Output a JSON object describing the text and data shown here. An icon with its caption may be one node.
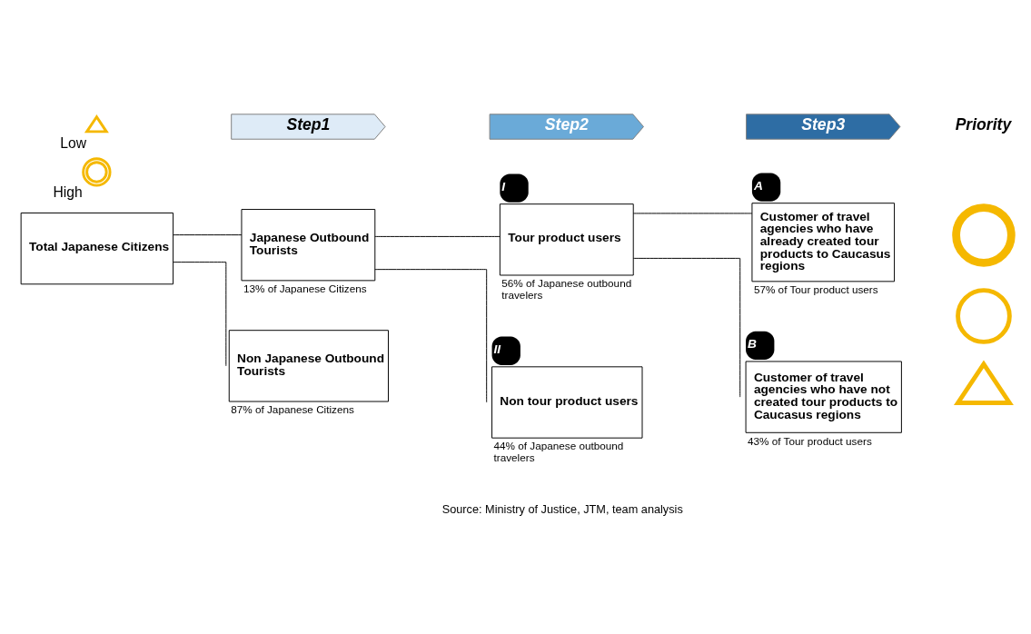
{
  "diagram": {
    "nodes": [
      {
        "text": [
          "Step1"
        ]
      },
      {
        "text": [
          "Step2"
        ]
      },
      {
        "text": [
          "Step3"
        ]
      },
      {
        "text": [
          "Total Japanese Citizens"
        ]
      },
      {
        "text": [
          "Japanese Outbound Tourists"
        ],
        "beside": [
          "13% of Japanese Citizens"
        ]
      },
      {
        "text": [
          "Non Japanese Outbound Tourists"
        ],
        "beside": [
          "87% of Japanese Citizens"
        ]
      },
      {
        "text": [
          "I",
          "Tour product users"
        ],
        "beside": [
          "56% of Japanese outbound travelers"
        ]
      },
      {
        "text": [
          "II",
          "Non tour product users"
        ],
        "beside": [
          "44% of Japanese outbound travelers"
        ]
      },
      {
        "text": [
          "A",
          "Customer of travel agencies who have already created tour products to Caucasus regions"
        ],
        "beside": [
          "57% of Tour product users"
        ]
      },
      {
        "text": [
          "B",
          "Customer of travel agencies who have not created tour products to Caucasus regions"
        ],
        "beside": [
          "43% of Tour product users"
        ]
      },
      {
        "text": [],
        "shape": "doublecircle"
      },
      {
        "text": [],
        "shape": "circle"
      },
      {
        "text": [],
        "shape": "triangle"
      }
    ],
    "edges": [
      {
        "from": 3,
        "to": 4,
        "arrow": "none"
      },
      {
        "from": 3,
        "to": 5,
        "arrow": "none"
      },
      {
        "from": 4,
        "to": 6,
        "arrow": "none"
      },
      {
        "from": 4,
        "to": 7,
        "arrow": "none"
      },
      {
        "from": 6,
        "to": 8,
        "arrow": "none"
      },
      {
        "from": 6,
        "to": 9,
        "arrow": "none"
      }
    ],
    "labels": [
      "Priority",
      "Source: Ministry of Justice, JTM, team analysis"
    ],
    "legend": [
      {
        "text": "Low"
      },
      {
        "text": "High"
      }
    ]
  }
}
